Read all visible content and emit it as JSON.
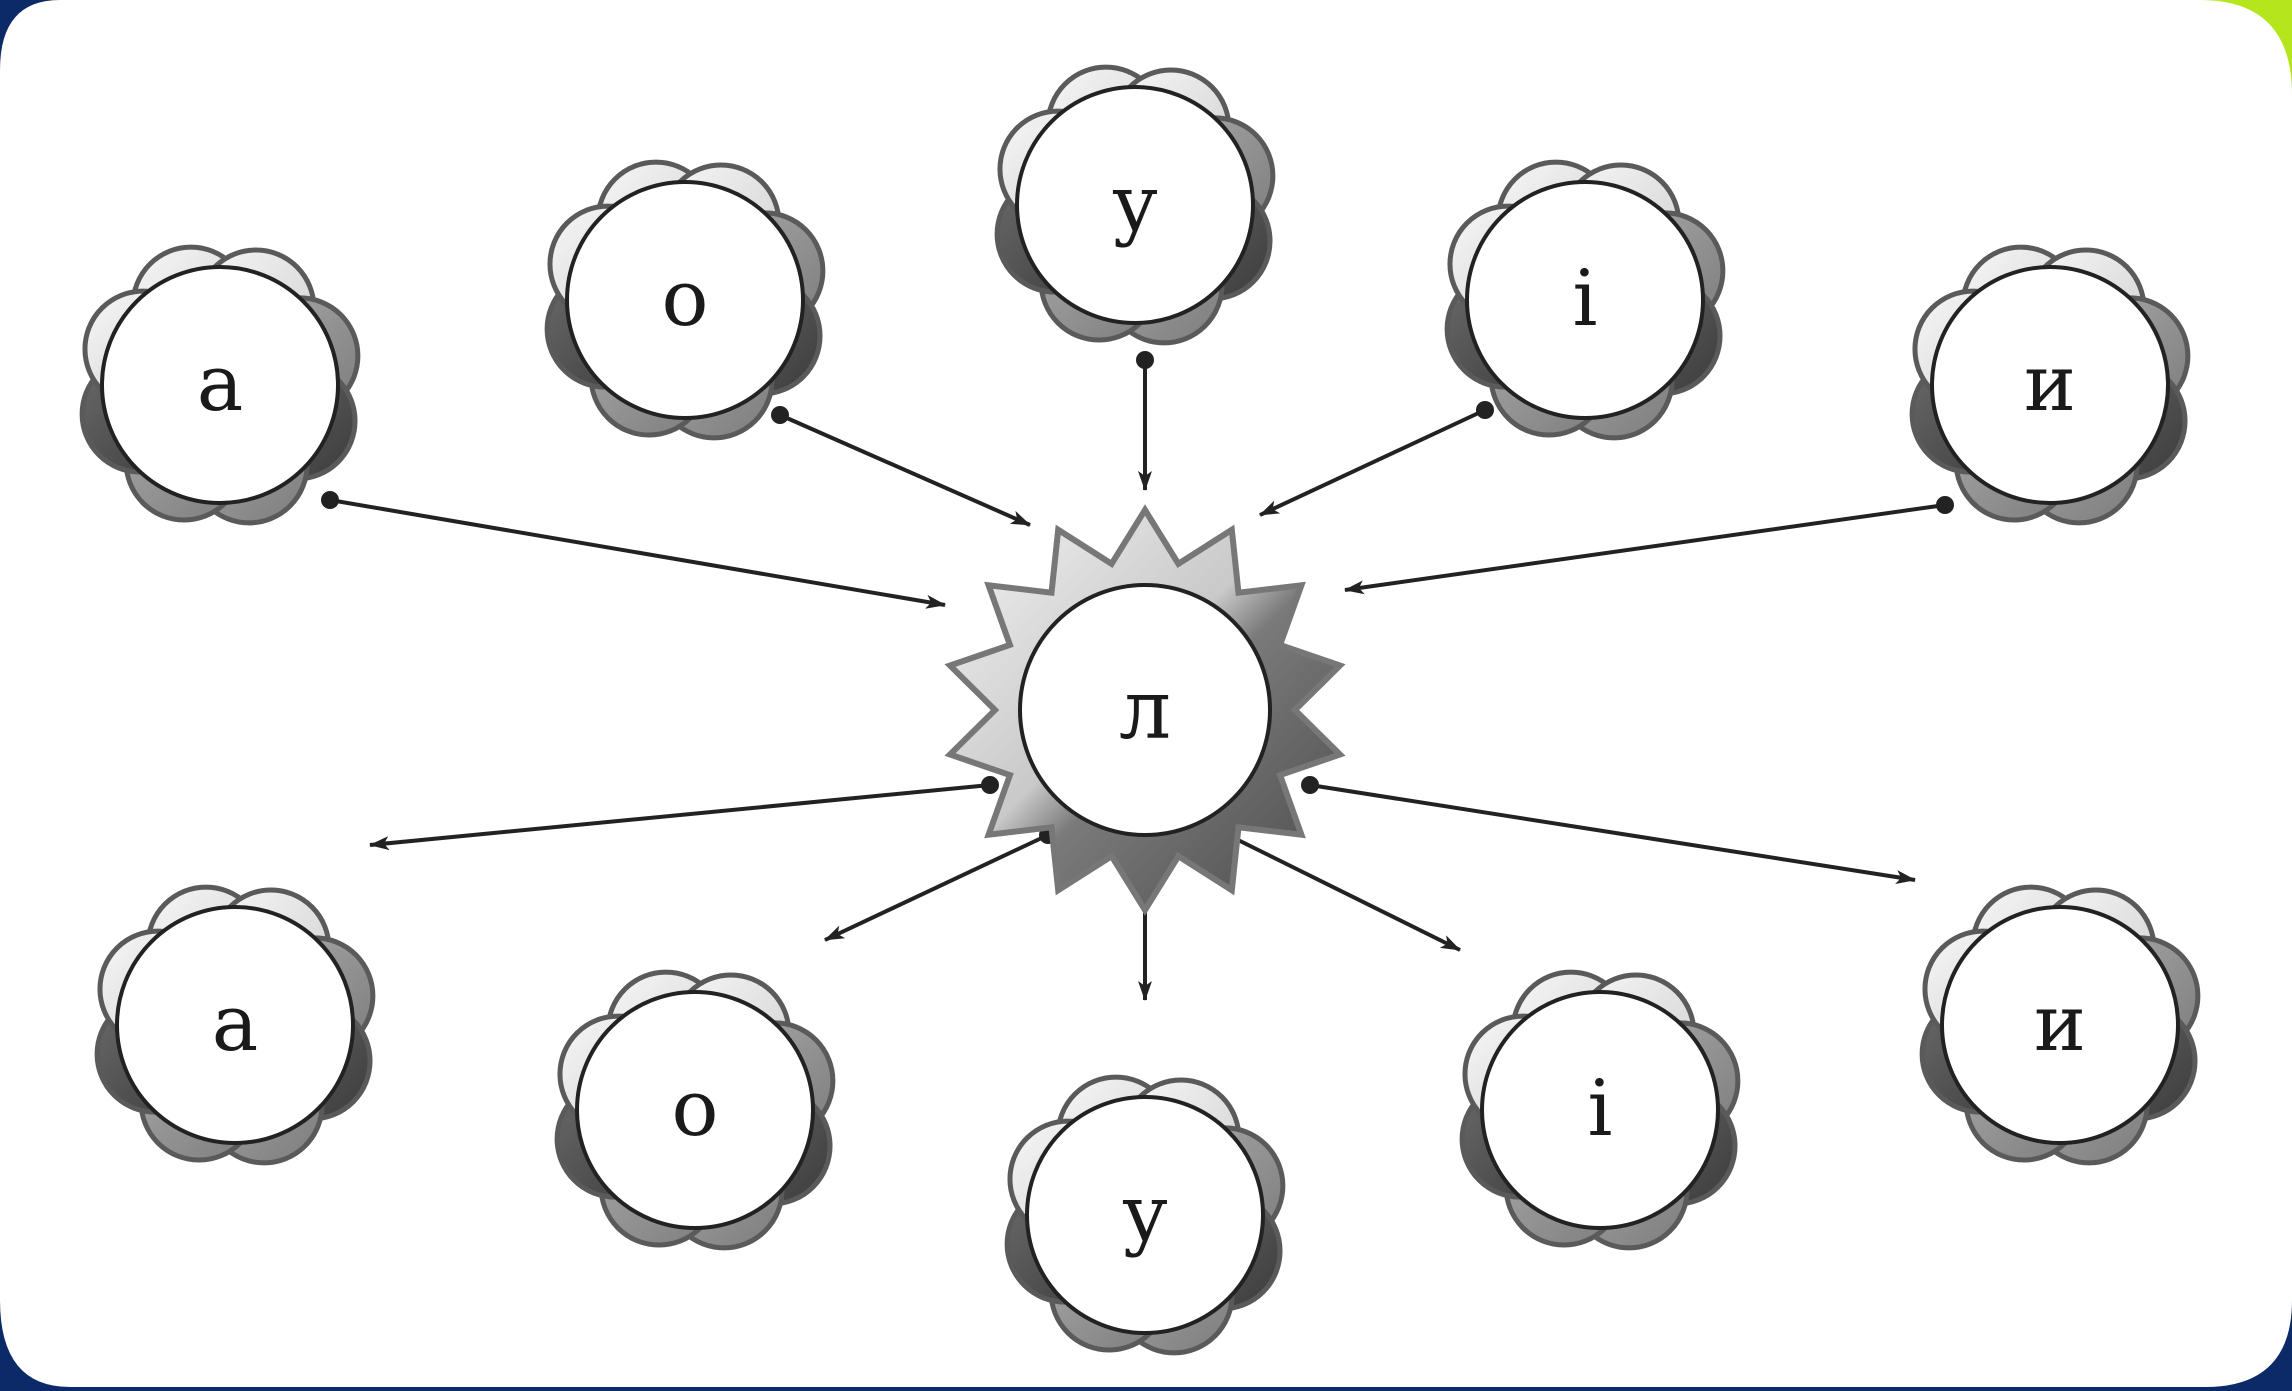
{
  "colors": {
    "background": "#0c2a68",
    "card": "#ffffff",
    "accent": "#b5e61d",
    "arrow": "#222222"
  },
  "diagram": {
    "center": {
      "letter": "л"
    },
    "top_flowers": [
      {
        "letter": "а"
      },
      {
        "letter": "о"
      },
      {
        "letter": "у"
      },
      {
        "letter": "і"
      },
      {
        "letter": "и"
      }
    ],
    "bottom_flowers": [
      {
        "letter": "а"
      },
      {
        "letter": "о"
      },
      {
        "letter": "у"
      },
      {
        "letter": "і"
      },
      {
        "letter": "и"
      }
    ]
  }
}
